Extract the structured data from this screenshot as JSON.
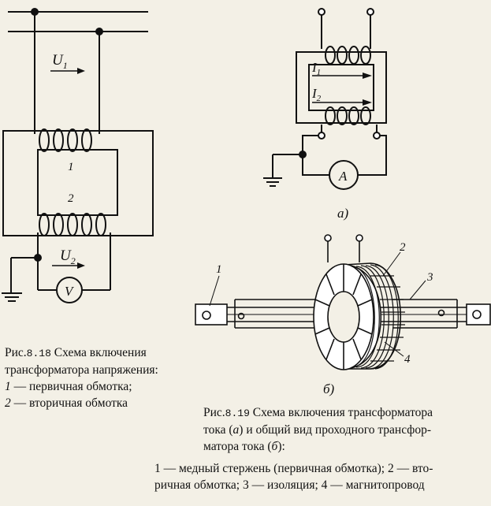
{
  "left_diagram": {
    "voltage_u1": "U",
    "voltage_u1_sub": "1",
    "voltage_u2": "U",
    "voltage_u2_sub": "2",
    "winding_1": "1",
    "winding_2": "2",
    "voltmeter": "V"
  },
  "right_top_diagram": {
    "current_i1": "I",
    "current_i1_sub": "1",
    "current_i2": "I",
    "current_i2_sub": "2",
    "ammeter": "A",
    "sublabel": "а)"
  },
  "right_bottom_diagram": {
    "callout_1": "1",
    "callout_2": "2",
    "callout_3": "3",
    "callout_4": "4",
    "sublabel": "б)"
  },
  "caption_818": {
    "prefix": "Рис.",
    "number": "8.18",
    "line1_text": "Схема включения",
    "line2": "трансформатора напряжения:",
    "item1_num": "1",
    "item1_text": "— первичная обмотка;",
    "item2_num": "2",
    "item2_text": "— вторичная обмотка"
  },
  "caption_819": {
    "prefix": "Рис.",
    "number": "8.19",
    "line1_text": "Схема включения трансформатора",
    "line2_a": "тока (",
    "line2_a_ital": "а",
    "line2_b": ") и общий вид проходного трансфор-",
    "line3_a": "матора тока (",
    "line3_b_ital": "б",
    "line3_c": "):",
    "line4": "1 — медный стержень (первичная обмотка);  2 — вто-",
    "line5": "ричная обмотка; 3 — изоляция; 4 — магнитопровод"
  }
}
